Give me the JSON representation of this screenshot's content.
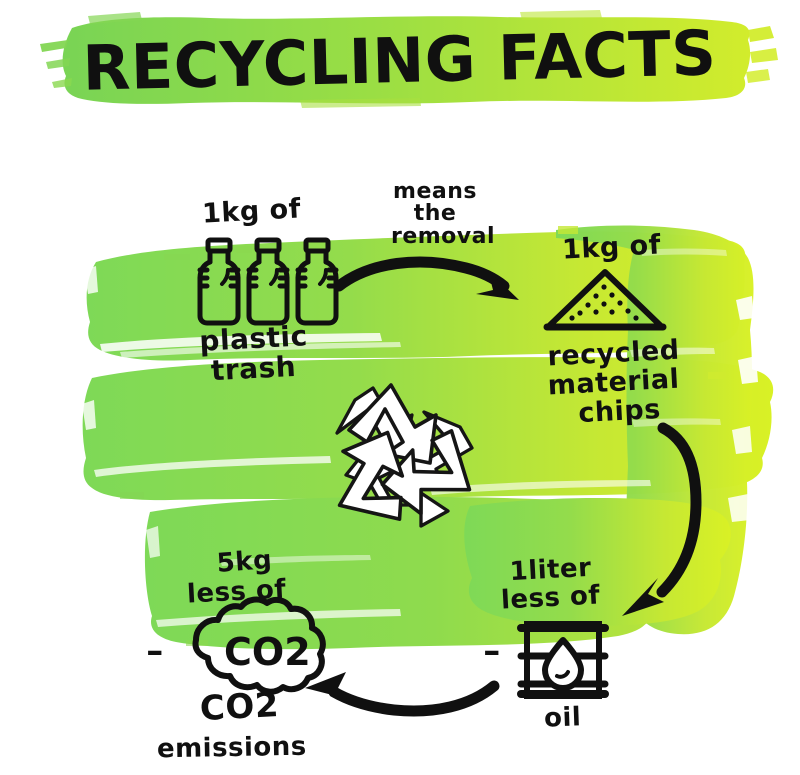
{
  "poster": {
    "title": "RECYCLING FACTS",
    "background_color": "#ffffff",
    "ink_color": "#101010",
    "brush_gradient_start": "#7ed957",
    "brush_gradient_end": "#d4ed2e",
    "banner_gradient_start": "#7ed957",
    "banner_gradient_end": "#d2ec2c"
  },
  "center": {
    "symbol_name": "recycling-symbol",
    "symbol_color": "#ffffff"
  },
  "steps": [
    {
      "id": "plastic-trash",
      "amount": "1kg of",
      "caption_line1": "plastic",
      "caption_line2": "trash",
      "icon": "plastic-bottles-icon",
      "icon_count": 3,
      "minus": false
    },
    {
      "id": "recycled-chips",
      "amount": "1kg of",
      "caption_line1": "recycled",
      "caption_line2": "material",
      "caption_line3": "chips",
      "icon": "material-pile-icon",
      "minus": false
    },
    {
      "id": "oil-saved",
      "amount_line1": "1liter",
      "amount_line2": "less of",
      "caption_line1": "oil",
      "icon": "oil-barrel-icon",
      "minus": true,
      "minus_symbol": "–"
    },
    {
      "id": "co2-saved",
      "amount_line1": "5kg",
      "amount_line2": "less of",
      "caption_line1": "CO2",
      "caption_line2": "emissions",
      "icon": "co2-cloud-icon",
      "icon_label": "CO2",
      "icon_label_sub": "2",
      "minus": true,
      "minus_symbol": "–"
    }
  ],
  "arrows": [
    {
      "id": "arrow-top",
      "label_line1": "means",
      "label_line2": "the",
      "label_line3": "removal",
      "direction": "right"
    },
    {
      "id": "arrow-right",
      "label_line1": "",
      "direction": "down"
    },
    {
      "id": "arrow-bottom",
      "label_line1": "",
      "direction": "left"
    }
  ]
}
